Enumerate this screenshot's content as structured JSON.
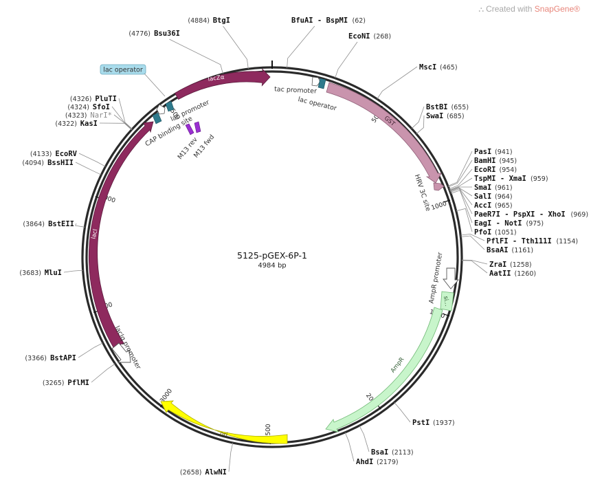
{
  "app": {
    "watermark_prefix": "Created with ",
    "watermark_brand": "SnapGene®"
  },
  "plasmid": {
    "name": "5125-pGEX-6P-1",
    "length_label": "4984 bp",
    "length": 4984
  },
  "ticks": [
    {
      "pos": 500,
      "label": "500"
    },
    {
      "pos": 1000,
      "label": "1000"
    },
    {
      "pos": 1500,
      "label": "1500"
    },
    {
      "pos": 2000,
      "label": "2000"
    },
    {
      "pos": 2500,
      "label": "2500"
    },
    {
      "pos": 3000,
      "label": "3000"
    },
    {
      "pos": 3500,
      "label": "3500"
    },
    {
      "pos": 4000,
      "label": "4000"
    },
    {
      "pos": 4500,
      "label": "4500"
    }
  ],
  "sites_right": [
    {
      "name": "BfuAI - BspMI",
      "num": "(62)",
      "pos": 62
    },
    {
      "name": "EcoNI",
      "num": "(268)",
      "pos": 268
    },
    {
      "name": "MscI",
      "num": "(465)",
      "pos": 465
    },
    {
      "name": "BstBI",
      "num": "(655)",
      "pos": 655
    },
    {
      "name": "SwaI",
      "num": "(685)",
      "pos": 685
    },
    {
      "name": "PasI",
      "num": "(941)",
      "pos": 941
    },
    {
      "name": "BamHI",
      "num": "(945)",
      "pos": 945
    },
    {
      "name": "EcoRI",
      "num": "(954)",
      "pos": 954
    },
    {
      "name": "TspMI - XmaI",
      "num": "(959)",
      "pos": 959
    },
    {
      "name": "SmaI",
      "num": "(961)",
      "pos": 961
    },
    {
      "name": "SalI",
      "num": "(964)",
      "pos": 964
    },
    {
      "name": "AccI",
      "num": "(965)",
      "pos": 965
    },
    {
      "name": "PaeR7I - PspXI - XhoI",
      "num": "(969)",
      "pos": 969
    },
    {
      "name": "EagI - NotI",
      "num": "(975)",
      "pos": 975
    },
    {
      "name": "PfoI",
      "num": "(1051)",
      "pos": 1051
    },
    {
      "name": "PflFI - Tth111I",
      "num": "(1154)",
      "pos": 1154
    },
    {
      "name": "BsaAI",
      "num": "(1161)",
      "pos": 1161
    },
    {
      "name": "ZraI",
      "num": "(1258)",
      "pos": 1258
    },
    {
      "name": "AatII",
      "num": "(1260)",
      "pos": 1260
    },
    {
      "name": "PstI",
      "num": "(1937)",
      "pos": 1937
    },
    {
      "name": "BsaI",
      "num": "(2113)",
      "pos": 2113
    },
    {
      "name": "AhdI",
      "num": "(2179)",
      "pos": 2179
    }
  ],
  "sites_left": [
    {
      "name": "BtgI",
      "num": "(4884)",
      "pos": 4884
    },
    {
      "name": "Bsu36I",
      "num": "(4776)",
      "pos": 4776
    },
    {
      "name": "PluTI",
      "num": "(4326)",
      "pos": 4326
    },
    {
      "name": "SfoI",
      "num": "(4324)",
      "pos": 4324
    },
    {
      "name": "NarI*",
      "num": "(4323)",
      "pos": 4323,
      "gray": true
    },
    {
      "name": "KasI",
      "num": "(4322)",
      "pos": 4322
    },
    {
      "name": "EcoRV",
      "num": "(4133)",
      "pos": 4133
    },
    {
      "name": "BssHII",
      "num": "(4094)",
      "pos": 4094
    },
    {
      "name": "BstEII",
      "num": "(3864)",
      "pos": 3864
    },
    {
      "name": "MluI",
      "num": "(3683)",
      "pos": 3683
    },
    {
      "name": "BstAPI",
      "num": "(3366)",
      "pos": 3366
    },
    {
      "name": "PflMI",
      "num": "(3265)",
      "pos": 3265
    },
    {
      "name": "AlwNI",
      "num": "(2658)",
      "pos": 2658
    }
  ],
  "features": {
    "lacZa": {
      "label": "lacZα",
      "color": "#8e2a5e"
    },
    "lacI": {
      "label": "lacI",
      "color": "#8e2a5e"
    },
    "GST": {
      "label": "GST",
      "color": "#c994ad"
    },
    "HRV": {
      "label": "HRV 3C site",
      "color": "#c994ad"
    },
    "AmpR": {
      "label": "AmpR",
      "color": "#c8f5cb"
    },
    "signal": {
      "label": "si...",
      "color": "#c8f5cb"
    },
    "ori": {
      "label": "ori",
      "color": "#ffff00"
    },
    "tac_promoter": {
      "label": "tac promoter"
    },
    "lac_operator_inner": {
      "label": "lac operator",
      "color": "#2e7a8c"
    },
    "lac_operator_box": {
      "label": "lac operator",
      "color": "#a9dcec"
    },
    "lac_promoter": {
      "label": "lac promoter"
    },
    "cap_site": {
      "label": "CAP binding site",
      "color": "#2e7a8c"
    },
    "m13_rev": {
      "label": "M13 rev",
      "color": "#9a2fd1"
    },
    "m13_fwd": {
      "label": "M13 fwd",
      "color": "#9a2fd1"
    },
    "ampr_promoter": {
      "label": "AmpR promoter"
    },
    "laciq_promoter": {
      "label": "lacIq promoter"
    }
  }
}
